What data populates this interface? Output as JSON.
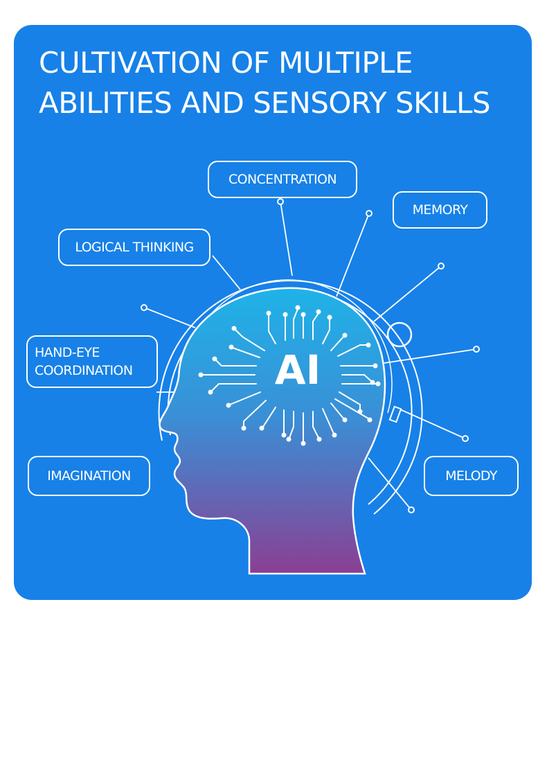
{
  "title": {
    "line1": "CULTIVATION OF MULTIPLE",
    "line2": "ABILITIES AND SENSORY SKILLS"
  },
  "center_label": "AI",
  "abilities": {
    "concentration": "CONCENTRATION",
    "memory": "MEMORY",
    "logical_thinking": "LOGICAL THINKING",
    "hand_eye_line1": "HAND-EYE",
    "hand_eye_line2": "COORDINATION",
    "imagination": "IMAGINATION",
    "melody": "MELODY"
  },
  "colors": {
    "card_background": "#1781e8",
    "head_top": "#1fb3e8",
    "head_bottom": "#8a3f93",
    "line": "#ffffff"
  }
}
